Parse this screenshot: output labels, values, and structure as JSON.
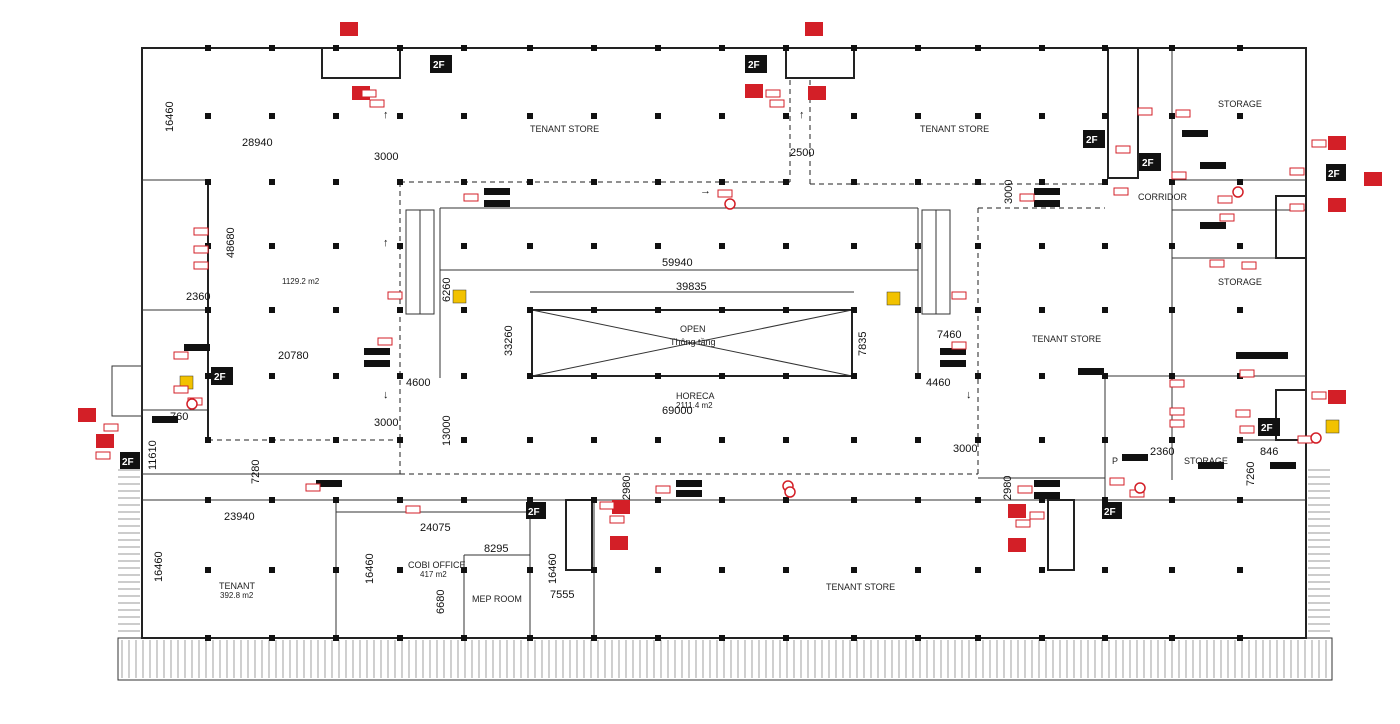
{
  "rooms": {
    "tenant_store_top_left": "TENANT STORE",
    "tenant_store_top_right": "TENANT STORE",
    "tenant_store_right": "TENANT STORE",
    "tenant_store_bottom": "TENANT STORE",
    "storage_top": "STORAGE",
    "storage_mid": "STORAGE",
    "storage_bottom": "STORAGE",
    "corridor": "CORRIDOR",
    "open": "OPEN",
    "open_sub": "Thông tầng",
    "horeca": "HORECA",
    "horeca_area": "2111.4 m2",
    "left_area": "1129.2 m2",
    "tenant": "TENANT",
    "tenant_area": "392.8 m2",
    "cobi_office": "COBI OFFICE",
    "cobi_area": "417 m2",
    "mep_room": "MEP ROOM",
    "p_label": "P"
  },
  "dimensions": {
    "d16460_tl": "16460",
    "d28940": "28940",
    "d3000_a": "3000",
    "d2500": "2500",
    "d3000_b": "3000",
    "d48680": "48680",
    "d59940": "59940",
    "d39835": "39835",
    "d6260": "6260",
    "d33260": "33260",
    "d7835": "7835",
    "d7460": "7460",
    "d2360_l": "2360",
    "d20780": "20780",
    "d4600": "4600",
    "d4460": "4460",
    "d69000": "69000",
    "d3000_c": "3000",
    "d13000": "13000",
    "d3000_d": "3000",
    "d760": "760",
    "d11610": "11610",
    "d7280": "7280",
    "d2980_a": "2980",
    "d2980_b": "2980",
    "d2360_r": "2360",
    "d846": "846",
    "d7260": "7260",
    "d23940": "23940",
    "d24075": "24075",
    "d8295": "8295",
    "d16460_bl": "16460",
    "d16460_bm": "16460",
    "d16460_bm2": "16460",
    "d6680": "6680",
    "d7555": "7555"
  },
  "floor_markers": {
    "f1": "2F",
    "f2": "2F",
    "f3": "2F",
    "f4": "2F",
    "f5": "2F",
    "f6": "2F",
    "f7": "2F",
    "f8": "2F",
    "f9": "2F",
    "f10": "2F"
  },
  "colors": {
    "wall": "#222222",
    "sign_red": "#d31f27",
    "sign_yellow": "#f2c200",
    "background": "#ffffff"
  }
}
